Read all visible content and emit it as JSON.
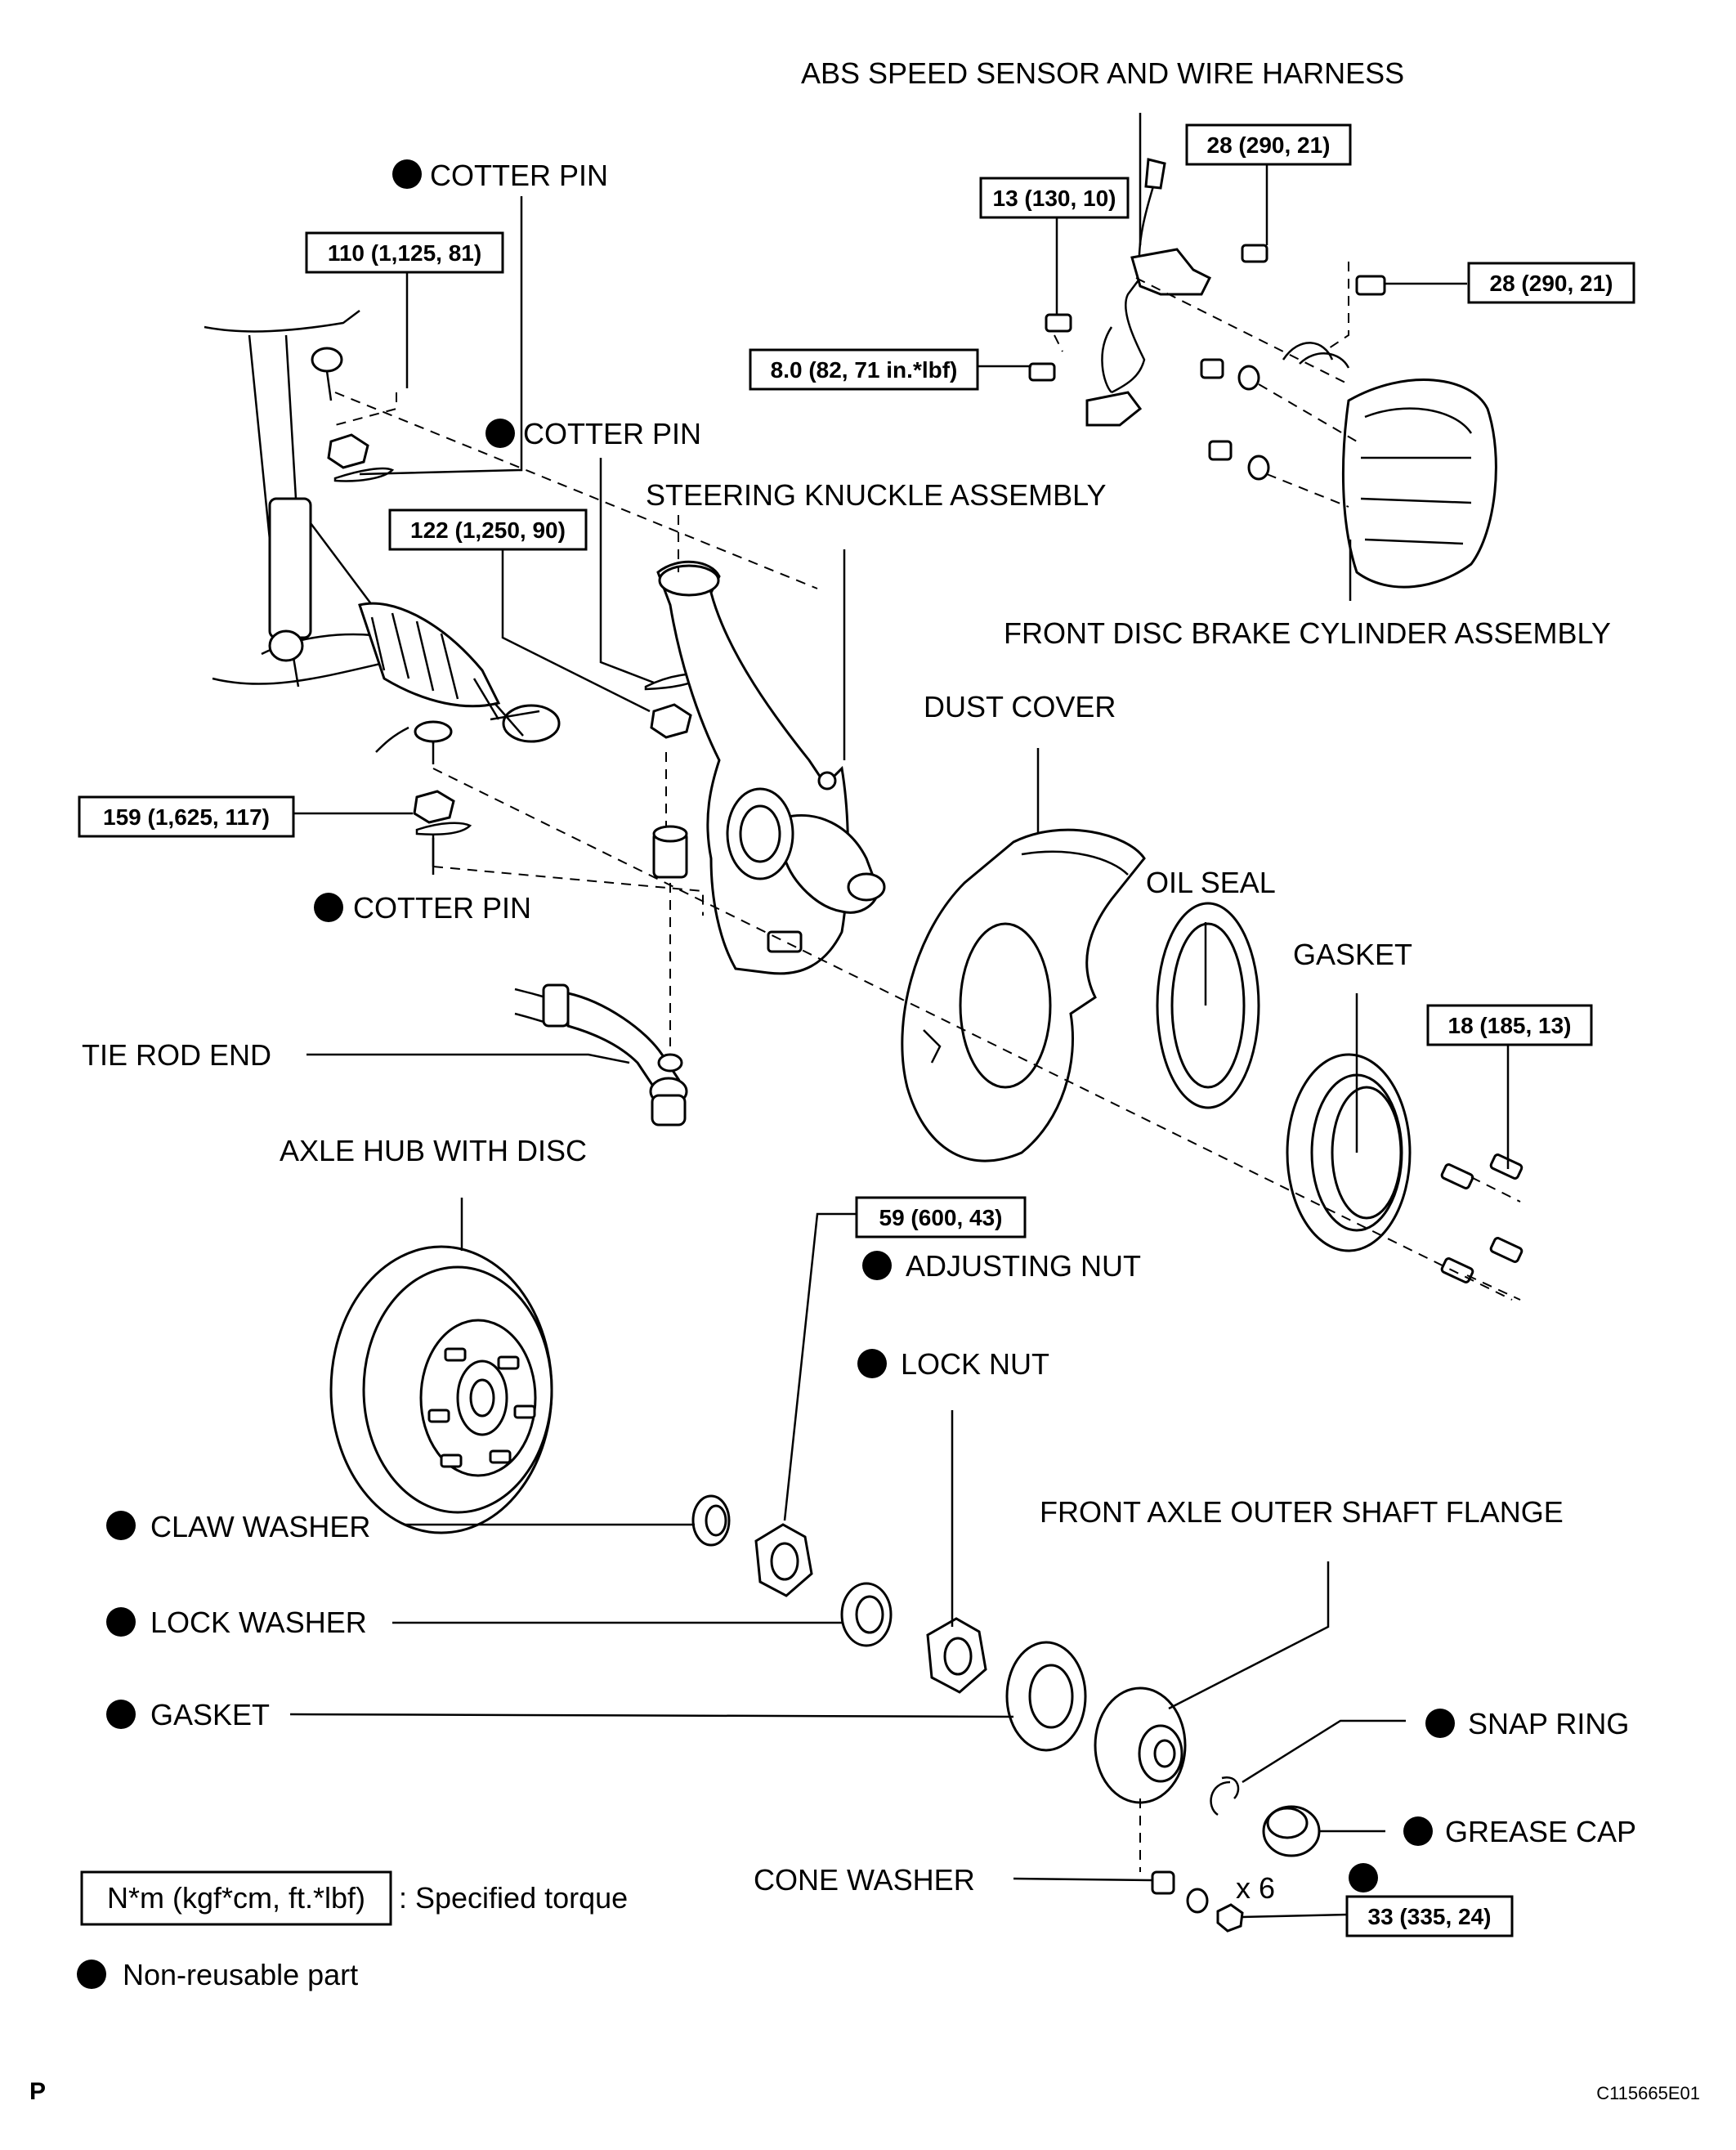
{
  "labels": {
    "abs_sensor": "ABS SPEED SENSOR AND WIRE HARNESS",
    "cotter_pin_top": "COTTER PIN",
    "cotter_pin_mid": "COTTER PIN",
    "cotter_pin_bottom": "COTTER PIN",
    "steering_knuckle": "STEERING KNUCKLE ASSEMBLY",
    "brake_cylinder": "FRONT DISC BRAKE CYLINDER ASSEMBLY",
    "dust_cover": "DUST COVER",
    "oil_seal": "OIL SEAL",
    "gasket_upper": "GASKET",
    "tie_rod_end": "TIE ROD END",
    "axle_hub": "AXLE HUB WITH DISC",
    "adjusting_nut": "ADJUSTING NUT",
    "lock_nut": "LOCK NUT",
    "claw_washer": "CLAW WASHER",
    "lock_washer": "LOCK WASHER",
    "gasket_lower": "GASKET",
    "flange": "FRONT AXLE OUTER SHAFT FLANGE",
    "snap_ring": "SNAP RING",
    "grease_cap": "GREASE CAP",
    "cone_washer": "CONE WASHER",
    "times_six": "x 6"
  },
  "torques": {
    "t_13": "13 (130, 10)",
    "t_28a": "28 (290, 21)",
    "t_28b": "28 (290, 21)",
    "t_8": "8.0 (82, 71 in.*lbf)",
    "t_110": "110 (1,125, 81)",
    "t_122": "122 (1,250, 90)",
    "t_159": "159 (1,625, 117)",
    "t_18": "18 (185, 13)",
    "t_59": "59 (600, 43)",
    "t_33": "33 (335, 24)"
  },
  "legend": {
    "torque_unit": "N*m (kgf*cm, ft.*lbf)",
    "torque_desc": ": Specified torque",
    "nonreusable_desc": "Non-reusable part"
  },
  "footer": {
    "code_left": "P",
    "figure_id": "C115665E01"
  }
}
